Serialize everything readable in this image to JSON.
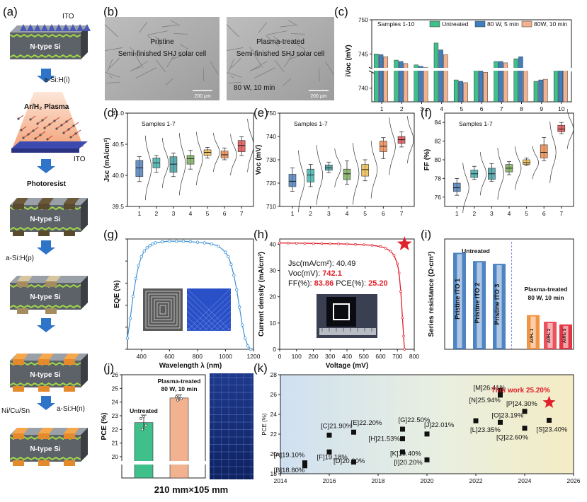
{
  "panel_labels": [
    "(a)",
    "(b)",
    "(c)",
    "(d)",
    "(e)",
    "(f)",
    "(g)",
    "(h)",
    "(i)",
    "(j)",
    "(k)"
  ],
  "schematic": {
    "ito": "ITO",
    "n_si": "N-type Si",
    "asi_i": "a-Si:H(i)",
    "plasma": "Ar/H₂ Plasma",
    "ito2": "ITO",
    "photoresist": "Photoresist",
    "asi_p": "a-Si:H(p)",
    "asi_n": "a-Si:H(n)",
    "metal": "Ni/Cu/Sn"
  },
  "sem": {
    "left_title": "Pristine",
    "left_sub": "Semi-finished SHJ solar cell",
    "right_title": "Plasma-treated",
    "right_sub": "Semi-finished SHJ solar cell",
    "right_cond": "80 W, 10 min",
    "scale": "200 μm"
  },
  "chart_data": [
    {
      "panel": "c",
      "type": "bar",
      "title": "Samples 1-10",
      "ylabel": "iVoc (mV)",
      "ylim": [
        738,
        750
      ],
      "axis_break": true,
      "yticks": [
        740,
        745,
        750
      ],
      "categories": [
        "1",
        "2",
        "3",
        "4",
        "5",
        "6",
        "7",
        "8",
        "9",
        "10"
      ],
      "series": [
        {
          "name": "Untreated",
          "color": "#3fbf8a",
          "values": [
            745.0,
            744.1,
            743.4,
            746.6,
            741.2,
            742.7,
            743.9,
            744.3,
            741.0,
            742.9
          ]
        },
        {
          "name": "80 W, 5 min",
          "color": "#3f7fc0",
          "values": [
            744.9,
            743.9,
            743.2,
            745.6,
            741.0,
            742.5,
            743.9,
            744.6,
            741.2,
            742.9
          ]
        },
        {
          "name": "80W, 10 min",
          "color": "#f2b28f",
          "values": [
            744.6,
            743.6,
            743.0,
            744.9,
            740.8,
            742.3,
            743.7,
            742.7,
            741.3,
            742.8
          ]
        }
      ]
    },
    {
      "panel": "d",
      "type": "box",
      "title": "Samples 1-7",
      "ylabel": "Jsc (mA/cm²)",
      "xlabel": "",
      "ylim": [
        39.5,
        41.0
      ],
      "yticks": [
        39.5,
        40.0,
        40.5,
        41.0
      ],
      "categories": [
        "1",
        "2",
        "3",
        "4",
        "5",
        "6",
        "7"
      ],
      "colors": [
        "#3a6fb0",
        "#2ea6a0",
        "#2e8f96",
        "#6ca14a",
        "#e8b23a",
        "#e87a3a",
        "#d83a3a"
      ],
      "boxes": [
        {
          "q1": 39.98,
          "median": 40.12,
          "q3": 40.24,
          "min": 39.9,
          "max": 40.3
        },
        {
          "q1": 40.12,
          "median": 40.2,
          "q3": 40.28,
          "min": 40.05,
          "max": 40.32
        },
        {
          "q1": 40.05,
          "median": 40.18,
          "q3": 40.3,
          "min": 39.98,
          "max": 40.36
        },
        {
          "q1": 40.18,
          "median": 40.27,
          "q3": 40.32,
          "min": 40.1,
          "max": 40.4
        },
        {
          "q1": 40.32,
          "median": 40.37,
          "q3": 40.41,
          "min": 40.28,
          "max": 40.45
        },
        {
          "q1": 40.28,
          "median": 40.33,
          "q3": 40.39,
          "min": 40.25,
          "max": 40.44
        },
        {
          "q1": 40.38,
          "median": 40.48,
          "q3": 40.56,
          "min": 40.32,
          "max": 40.62
        }
      ]
    },
    {
      "panel": "e",
      "type": "box",
      "title": "Samples 1-7",
      "ylabel": "Voc (mV)",
      "xlabel": "",
      "ylim": [
        710,
        750
      ],
      "yticks": [
        710,
        720,
        730,
        740,
        750
      ],
      "categories": [
        "1",
        "2",
        "3",
        "4",
        "5",
        "6",
        "7"
      ],
      "colors": [
        "#3a6fb0",
        "#2ea6a0",
        "#2e8f96",
        "#6ca14a",
        "#e8b23a",
        "#e87a3a",
        "#d83a3a"
      ],
      "boxes": [
        {
          "q1": 718.5,
          "median": 720.8,
          "q3": 723.8,
          "min": 716.5,
          "max": 726.5
        },
        {
          "q1": 720.5,
          "median": 723.5,
          "q3": 726.0,
          "min": 718.5,
          "max": 728.0
        },
        {
          "q1": 725.5,
          "median": 726.5,
          "q3": 727.8,
          "min": 724.5,
          "max": 729.0
        },
        {
          "q1": 721.5,
          "median": 724.0,
          "q3": 726.0,
          "min": 719.5,
          "max": 729.5
        },
        {
          "q1": 723.0,
          "median": 725.8,
          "q3": 728.0,
          "min": 721.0,
          "max": 730.0
        },
        {
          "q1": 733.5,
          "median": 735.8,
          "q3": 738.0,
          "min": 730.5,
          "max": 739.5
        },
        {
          "q1": 737.0,
          "median": 738.6,
          "q3": 740.0,
          "min": 735.5,
          "max": 742.0
        }
      ]
    },
    {
      "panel": "f",
      "type": "box",
      "title": "Samples 1-7",
      "ylabel": "FF (%)",
      "xlabel": "",
      "ylim": [
        75,
        85
      ],
      "yticks": [
        76,
        78,
        80,
        82,
        84
      ],
      "categories": [
        "1",
        "2",
        "3",
        "4",
        "5",
        "6",
        "7"
      ],
      "colors": [
        "#3a6fb0",
        "#2ea6a0",
        "#2e8f96",
        "#6ca14a",
        "#e8b23a",
        "#e87a3a",
        "#d83a3a"
      ],
      "boxes": [
        {
          "q1": 76.6,
          "median": 77.0,
          "q3": 77.5,
          "min": 76.2,
          "max": 78.0
        },
        {
          "q1": 78.1,
          "median": 78.5,
          "q3": 78.9,
          "min": 77.9,
          "max": 79.3
        },
        {
          "q1": 77.9,
          "median": 78.5,
          "q3": 79.1,
          "min": 77.7,
          "max": 79.6
        },
        {
          "q1": 78.7,
          "median": 79.1,
          "q3": 79.5,
          "min": 78.4,
          "max": 79.8
        },
        {
          "q1": 79.5,
          "median": 79.7,
          "q3": 80.0,
          "min": 79.4,
          "max": 80.2
        },
        {
          "q1": 80.2,
          "median": 80.8,
          "q3": 81.6,
          "min": 79.9,
          "max": 82.4
        },
        {
          "q1": 83.0,
          "median": 83.3,
          "q3": 83.7,
          "min": 82.8,
          "max": 84.0
        }
      ]
    },
    {
      "panel": "g",
      "type": "line",
      "ylabel": "EQE (%)",
      "xlabel": "Wavelength λ (nm)",
      "xlim": [
        300,
        1200
      ],
      "ylim": [
        0,
        100
      ],
      "xticks": [
        400,
        600,
        800,
        1000,
        1200
      ],
      "color": "#3b8fd6",
      "x": [
        300,
        320,
        340,
        360,
        380,
        400,
        420,
        440,
        460,
        480,
        500,
        550,
        600,
        650,
        700,
        750,
        800,
        850,
        900,
        950,
        1000,
        1020,
        1040,
        1060,
        1080,
        1100,
        1120,
        1140,
        1160,
        1180
      ],
      "y": [
        10,
        28,
        48,
        64,
        76,
        84,
        89,
        92,
        94,
        95.5,
        96.5,
        97.5,
        98,
        98,
        98,
        97.5,
        97,
        96.5,
        95.5,
        93.5,
        88,
        84,
        77,
        67,
        54,
        38,
        22,
        10,
        3,
        0
      ]
    },
    {
      "panel": "h",
      "type": "line",
      "ylabel": "Current density (mA/cm²)",
      "xlabel": "Voltage (mV)",
      "xlim": [
        0,
        800
      ],
      "ylim": [
        0,
        40
      ],
      "xticks": [
        0,
        100,
        200,
        300,
        400,
        500,
        600,
        700,
        800
      ],
      "yticks": [
        0,
        10,
        20,
        30,
        40
      ],
      "color": "#e0202a",
      "x": [
        0,
        50,
        100,
        150,
        200,
        250,
        300,
        350,
        400,
        450,
        500,
        550,
        600,
        630,
        660,
        680,
        700,
        710,
        720,
        730,
        737,
        742.1
      ],
      "y": [
        40.49,
        40.45,
        40.4,
        40.35,
        40.3,
        40.25,
        40.2,
        40.15,
        40.05,
        39.95,
        39.8,
        39.6,
        39.1,
        38.5,
        37.3,
        35.8,
        32.5,
        29.0,
        22.0,
        12.0,
        5.0,
        0
      ],
      "annotations": {
        "jsc_label": "Jsc(mA/cm²): 40.49",
        "voc_label": "Voc(mV): ",
        "voc_value": "742.1",
        "ff_label": "FF(%): ",
        "ff_value": "83.86",
        "pce_label": " PCE(%): ",
        "pce_value": "25.20"
      }
    },
    {
      "panel": "i",
      "type": "bar",
      "ylabel": "Series resistance (Ω·cm²)",
      "ylim": [
        0,
        2.0
      ],
      "group_labels": [
        "Untreated",
        "Plasma-treated 80 W, 10 min"
      ],
      "group_label_lines": [
        "Untreated",
        "Plasma-treated",
        "80 W, 10 min"
      ],
      "categories": [
        "Pristine ITO 1",
        "Pristine ITO 2",
        "Pristine ITO 3",
        "Ar/H₂ 1",
        "Ar/H₂ 2",
        "Ar/H₂ 3"
      ],
      "values": [
        1.75,
        1.6,
        1.55,
        0.62,
        0.5,
        0.45
      ],
      "colors": [
        "#2f6fb8",
        "#2f6fb8",
        "#2f6fb8",
        "#f08a30",
        "#e8404a",
        "#e02030"
      ]
    },
    {
      "panel": "j",
      "type": "bar",
      "ylabel": "PCE (%)",
      "ylim": [
        12,
        26
      ],
      "axis_break": true,
      "yticks": [
        20,
        21,
        22,
        23,
        24,
        25,
        26
      ],
      "categories": [
        "Untreated",
        "Plasma-treated 80 W, 10 min"
      ],
      "label_lines": [
        "Untreated",
        "Plasma-treated",
        "80 W, 10 min"
      ],
      "values": [
        22.5,
        24.3
      ],
      "errors": [
        0.55,
        0.22
      ],
      "colors": [
        "#3fbf8a",
        "#f2b28f"
      ],
      "dimension_label": "210 mm×105 mm"
    },
    {
      "panel": "k",
      "type": "scatter",
      "ylabel": "PCE (%)",
      "xlabel": "",
      "xlim": [
        2014,
        2026
      ],
      "ylim": [
        18,
        28
      ],
      "xticks": [
        2014,
        2016,
        2018,
        2020,
        2022,
        2024,
        2026
      ],
      "yticks": [
        18,
        20,
        22,
        24,
        26,
        28
      ],
      "points": [
        {
          "label": "[A]19.10%",
          "x": 2015,
          "y": 19.1
        },
        {
          "label": "[B]18.80%",
          "x": 2015,
          "y": 18.8
        },
        {
          "label": "[C]21.90%",
          "x": 2016,
          "y": 21.9
        },
        {
          "label": "[D]20.20%",
          "x": 2016,
          "y": 20.2
        },
        {
          "label": "[E]22.20%",
          "x": 2017,
          "y": 22.2
        },
        {
          "label": "[F]19.18%",
          "x": 2017,
          "y": 19.18
        },
        {
          "label": "[G]22.50%",
          "x": 2019,
          "y": 22.5
        },
        {
          "label": "[H]21.53%",
          "x": 2019,
          "y": 21.53
        },
        {
          "label": "[I]20.20%",
          "x": 2019,
          "y": 20.2
        },
        {
          "label": "[J]22.01%",
          "x": 2020,
          "y": 22.01
        },
        {
          "label": "[K]19.40%",
          "x": 2020,
          "y": 19.4
        },
        {
          "label": "[L]23.35%",
          "x": 2022,
          "y": 23.35
        },
        {
          "label": "[M]26.41%",
          "x": 2023,
          "y": 26.41
        },
        {
          "label": "[N]25.94%",
          "x": 2023,
          "y": 25.94
        },
        {
          "label": "[O]23.19%",
          "x": 2023,
          "y": 23.19
        },
        {
          "label": "[P]24.30%",
          "x": 2024,
          "y": 24.3
        },
        {
          "label": "[Q]22.60%",
          "x": 2024,
          "y": 22.6
        },
        {
          "label": "[S]23.40%",
          "x": 2025,
          "y": 23.4
        }
      ],
      "highlight": {
        "label": "This work 25.20%",
        "x": 2025,
        "y": 25.2,
        "color": "#e0202a"
      }
    }
  ]
}
